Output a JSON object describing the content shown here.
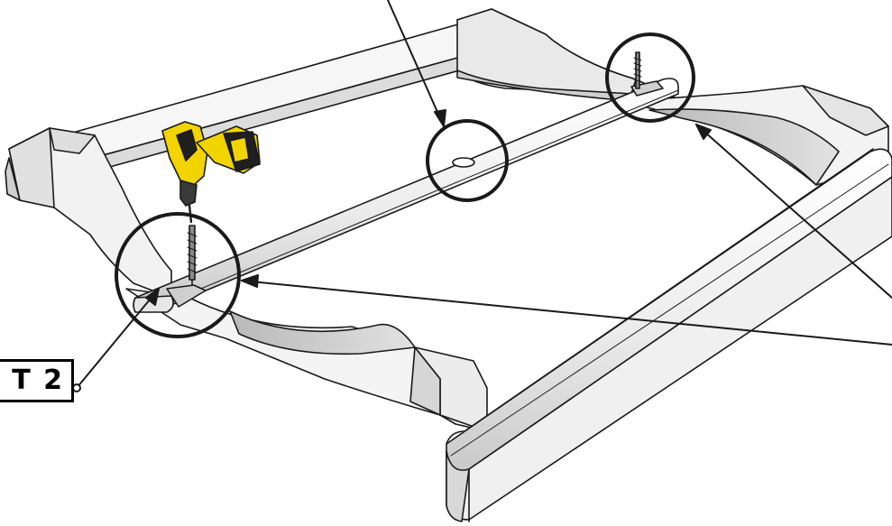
{
  "diagram": {
    "part_label": "T 2",
    "colors": {
      "line": "#1a1a1a",
      "wood_face": "#f4f4f4",
      "wood_shade": "#d9d9d9",
      "wood_dark": "#b5b5b5",
      "drill_body": "#f2d400",
      "drill_dark": "#1f1f1f"
    },
    "icons": [
      "drill-icon",
      "screw-icon",
      "callout-circle",
      "leader-line"
    ]
  }
}
